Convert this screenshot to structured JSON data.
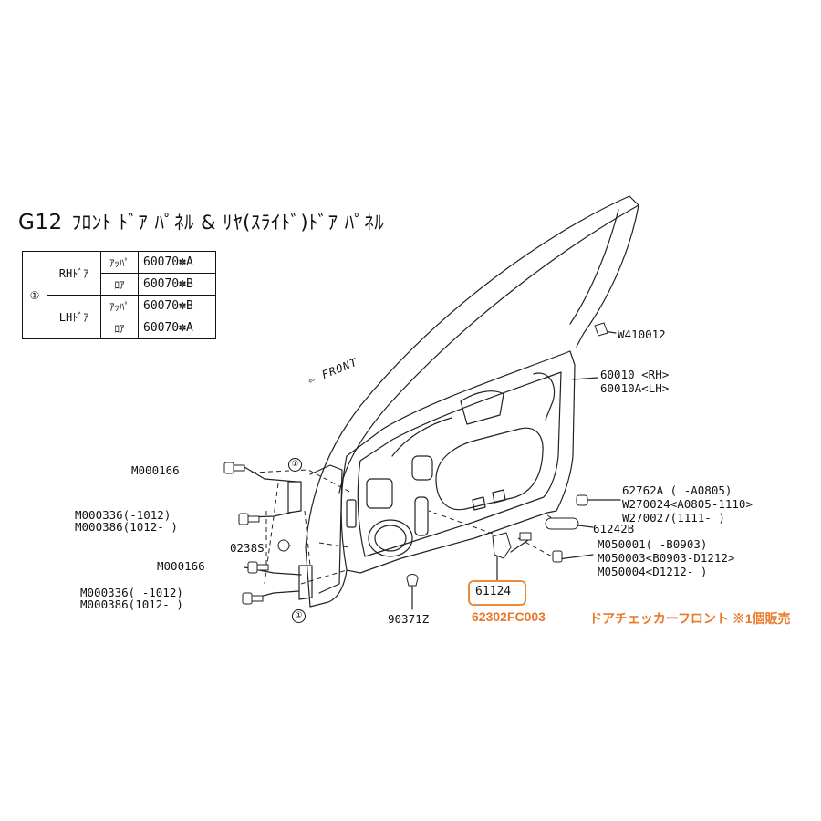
{
  "title": {
    "code": "G12",
    "text": "ﾌﾛﾝﾄ ﾄﾞｱ ﾊﾟﾈﾙ & ﾘﾔ(ｽﾗｲﾄﾞ)ﾄﾞｱ ﾊﾟﾈﾙ"
  },
  "legend": {
    "number": "①",
    "rows": [
      {
        "door": "RHﾄﾞｱ",
        "pos": "ｱｯﾊﾟ",
        "part": "60070✽A"
      },
      {
        "door": "",
        "pos": "ﾛｱ",
        "part": "60070✽B"
      },
      {
        "door": "LHﾄﾞｱ",
        "pos": "ｱｯﾊﾟ",
        "part": "60070✽B"
      },
      {
        "door": "",
        "pos": "ﾛｱ",
        "part": "60070✽A"
      }
    ]
  },
  "front_label": "FRONT",
  "callouts": {
    "w410012": "W410012",
    "c60010": "60010 <RH>",
    "c60010a": "60010A<LH>",
    "m000166_a": "M000166",
    "m000336_a": "M000336(-1012)",
    "m000386_a": "M000386(1012- )",
    "c0238s": "0238S",
    "m000166_b": "M000166",
    "m000336_b": "M000336( -1012)",
    "m000386_b": "M000386(1012- )",
    "c90371z": "90371Z",
    "c62762a": "62762A ( -A0805)",
    "w270024": "W270024<A0805-1110>",
    "w270027": "W270027(1111- )",
    "c61242b": "61242B",
    "m050001": "M050001( -B0903)",
    "m050003": "M050003<B0903-D1212>",
    "m050004": "M050004<D1212- )",
    "c61124": "61124",
    "circle_one": "①"
  },
  "highlight": {
    "part_number": "62302FC003",
    "description": "ドアチェッカーフロント ※1個販売",
    "color": "#e8782a"
  }
}
